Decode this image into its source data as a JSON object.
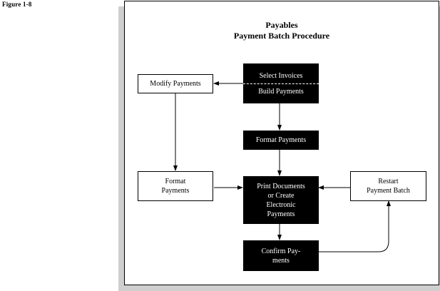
{
  "figure_label": "Figure 1-8",
  "title": {
    "line1": "Payables",
    "line2": "Payment Batch Procedure"
  },
  "boxes": {
    "select_build": {
      "line1": "Select Invoices",
      "line2": "Build Payments"
    },
    "modify_payments": {
      "line1": "Modify Payments"
    },
    "format_payments_main": {
      "line1": "Format Payments"
    },
    "format_payments_side": {
      "line1": "Format",
      "line2": "Payments"
    },
    "print_documents": {
      "line1": "Print Documents",
      "line2": "or Create",
      "line3": "Electronic",
      "line4": "Payments"
    },
    "restart_batch": {
      "line1": "Restart",
      "line2": "Payment Batch"
    },
    "confirm_payments": {
      "line1": "Confirm Pay-",
      "line2": "ments"
    }
  },
  "colors": {
    "process_fill": "#000000",
    "process_text": "#ffffff",
    "optional_fill": "#ffffff",
    "optional_text": "#000000",
    "frame_shadow": "#cfcfcf"
  }
}
